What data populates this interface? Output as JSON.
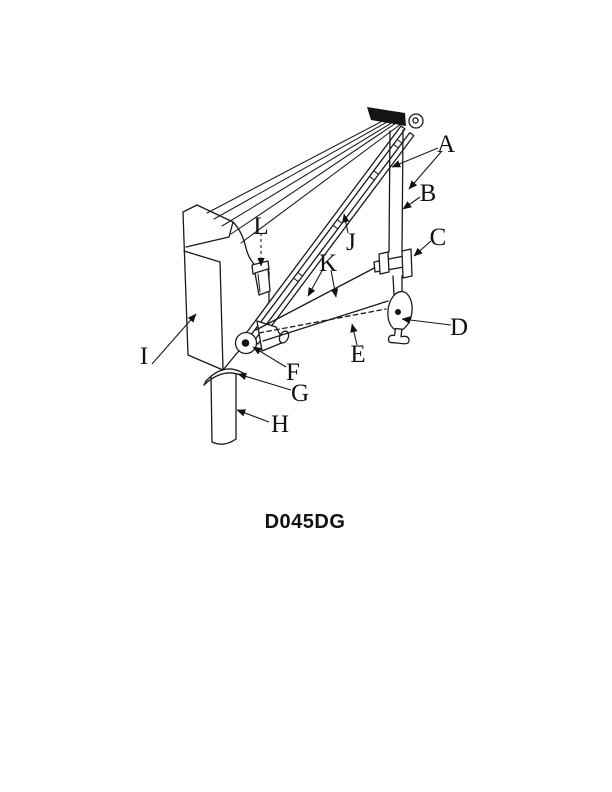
{
  "page": {
    "background_color": "#ffffff"
  },
  "figure": {
    "caption": "D045DG",
    "ink_color": "#1a1a1a"
  },
  "diagram": {
    "labels": [
      {
        "letter": "A"
      },
      {
        "letter": "B"
      },
      {
        "letter": "C"
      },
      {
        "letter": "D"
      },
      {
        "letter": "E"
      },
      {
        "letter": "F"
      },
      {
        "letter": "G"
      },
      {
        "letter": "H"
      },
      {
        "letter": "I"
      },
      {
        "letter": "J"
      },
      {
        "letter": "K"
      },
      {
        "letter": "L"
      }
    ]
  }
}
